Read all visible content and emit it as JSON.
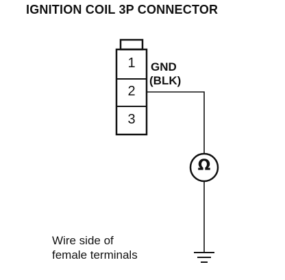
{
  "diagram": {
    "title": "IGNITION COIL 3P CONNECTOR",
    "connector": {
      "pins": [
        "1",
        "2",
        "3"
      ]
    },
    "pin_label": {
      "name": "GND",
      "wire_color": "(BLK)"
    },
    "meter_symbol": "Ω",
    "note_lines": [
      "Wire side of",
      "female terminals"
    ],
    "colors": {
      "line": "#111111",
      "background": "#ffffff"
    }
  }
}
